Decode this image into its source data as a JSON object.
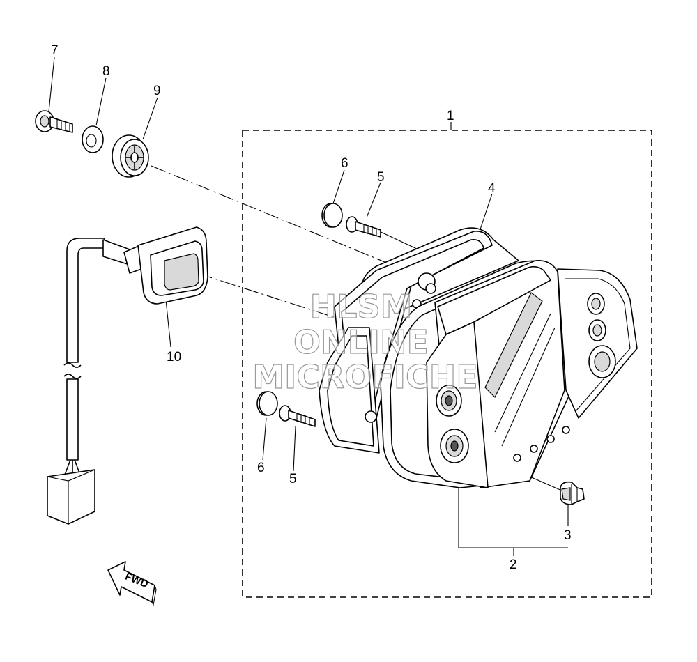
{
  "callouts": {
    "c1": "1",
    "c2": "2",
    "c3": "3",
    "c4": "4",
    "c5a": "5",
    "c5b": "5",
    "c6a": "6",
    "c6b": "6",
    "c7": "7",
    "c8": "8",
    "c9": "9",
    "c10": "10"
  },
  "watermark": {
    "line1": "HLSM",
    "line2": "ONLINE",
    "line3": "MICROFICHE"
  },
  "direction_arrow": {
    "label": "FWD",
    "icon": "fwd-arrow-icon"
  },
  "colors": {
    "line": "#000000",
    "watermark": "#9a9a9a",
    "background": "#ffffff"
  }
}
